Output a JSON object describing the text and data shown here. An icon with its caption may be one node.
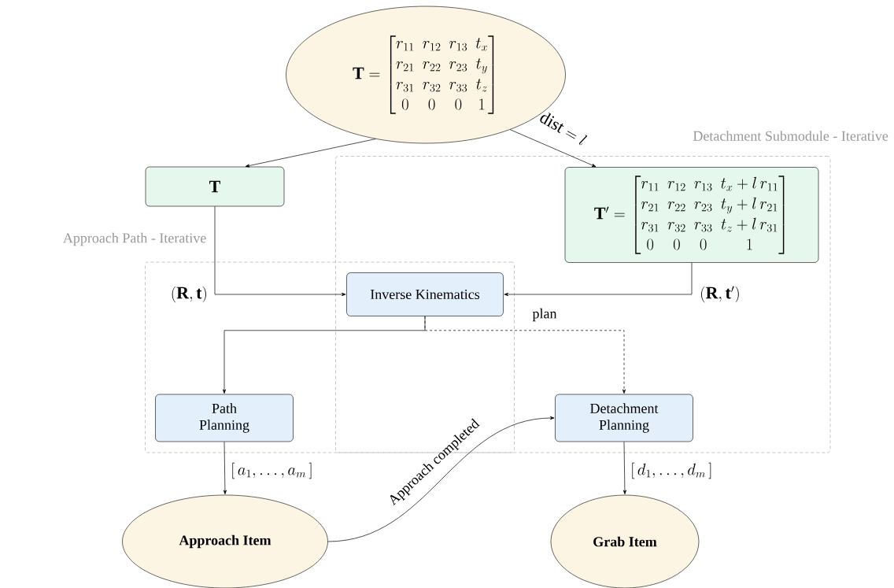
{
  "diagram": {
    "nodes": [
      {
        "text": [
          "\\mathbf{T} = \\begin{bmatrix} r_{11} & r_{12} & r_{13} & t_x \\\\ r_{21} & r_{22} & r_{23} & t_y \\\\ r_{31} & r_{32} & r_{33} & t_z \\\\ 0 & 0 & 0 & 1 \\end{bmatrix}"
        ]
      },
      {
        "text": [
          "Detachment Submodule - Iterative"
        ]
      },
      {
        "text": [
          "\\mathbf{T}"
        ]
      },
      {
        "text": [
          "\\mathbf{T}' = \\begin{bmatrix} r_{11} & r_{12} & r_{13} & t_x + l\\, r_{11} \\\\ r_{21} & r_{22} & r_{23} & t_y + l\\, r_{21} \\\\ r_{31} & r_{32} & r_{33} & t_z + l\\, r_{31} \\\\ 0 & 0 & 0 & 1 \\end{bmatrix}"
        ],
        "in": 1
      },
      {
        "text": [
          "Approach Path - Iterative"
        ]
      },
      {
        "text": [
          "Inverse Kinematics"
        ]
      },
      {
        "text": [
          "Path Planning"
        ],
        "in": 4
      },
      {
        "text": [
          "Detachment Planning"
        ],
        "in": 1
      },
      {
        "text": [
          "Approach Item"
        ]
      },
      {
        "text": [
          "Grab Item"
        ]
      }
    ],
    "edges": [
      {
        "from": 0,
        "to": 2,
        "arrow": "to"
      },
      {
        "from": 0,
        "to": 3,
        "arrow": "to",
        "label": "\\mathrm{dist} = l"
      },
      {
        "from": 2,
        "to": 5,
        "arrow": "to",
        "label": "(\\mathbf{R}, \\mathbf{t})"
      },
      {
        "from": 3,
        "to": 5,
        "arrow": "to",
        "label": "(\\mathbf{R}, \\mathbf{t}')"
      },
      {
        "from": 5,
        "to": 6,
        "arrow": "to"
      },
      {
        "from": 5,
        "to": 7,
        "arrow": "to",
        "style": "dashed",
        "label": "plan"
      },
      {
        "from": 6,
        "to": 8,
        "arrow": "to",
        "label": "[\\, a_1, \\ldots, a_m \\,]"
      },
      {
        "from": 8,
        "to": 7,
        "arrow": "to",
        "label": "Approach completed"
      },
      {
        "from": 7,
        "to": 9,
        "arrow": "to",
        "label": "[\\, d_1, \\ldots, d_m \\,]"
      }
    ]
  }
}
